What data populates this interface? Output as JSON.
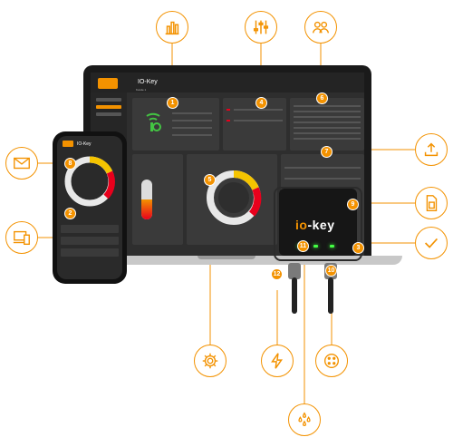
{
  "app": {
    "title": "IO-Key",
    "subtitle": "Kunde 1"
  },
  "phone": {
    "title": "IO-Key"
  },
  "device": {
    "logo_prefix": "io",
    "logo_suffix": "-key"
  },
  "badges": [
    "1",
    "2",
    "3",
    "4",
    "5",
    "6",
    "7",
    "8",
    "9",
    "10",
    "11",
    "12"
  ],
  "colors": {
    "accent": "#f39200",
    "alert": "#e8001c",
    "led": "#43ff43"
  },
  "icons": [
    "bar-chart-icon",
    "sliders-icon",
    "users-icon",
    "upload-icon",
    "sim-card-icon",
    "checkmark-icon",
    "droplets-icon",
    "connector-pins-icon",
    "lightning-icon",
    "gear-icon",
    "devices-icon",
    "mail-icon"
  ]
}
